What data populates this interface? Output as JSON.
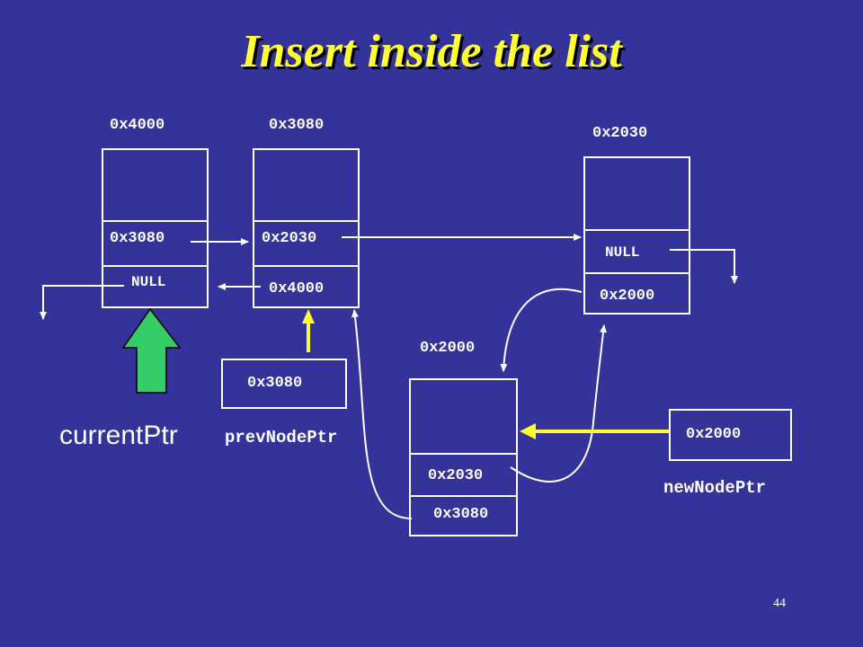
{
  "title": "Insert inside the list",
  "colors": {
    "background": "#333399",
    "title": "#FFFF33",
    "lines": "#FFFFFF",
    "yellow_arrow": "#FFFF33",
    "current_arrow": "#33CC66"
  },
  "nodes": [
    {
      "address": "0x4000",
      "next": "0x3080",
      "prev": "NULL"
    },
    {
      "address": "0x3080",
      "next": "0x2030",
      "prev": "0x4000"
    },
    {
      "address": "0x2030",
      "next": "NULL",
      "prev": "0x2000"
    },
    {
      "address": "0x2000",
      "next": "0x2030",
      "prev": "0x3080"
    }
  ],
  "prevNodePtr": {
    "value": "0x3080",
    "label": "prevNodePtr"
  },
  "newNodePtr": {
    "value": "0x2000",
    "label": "newNodePtr"
  },
  "currentPtr": {
    "label": "currentPtr",
    "icon": "up-arrow-icon"
  },
  "page_number": "44"
}
